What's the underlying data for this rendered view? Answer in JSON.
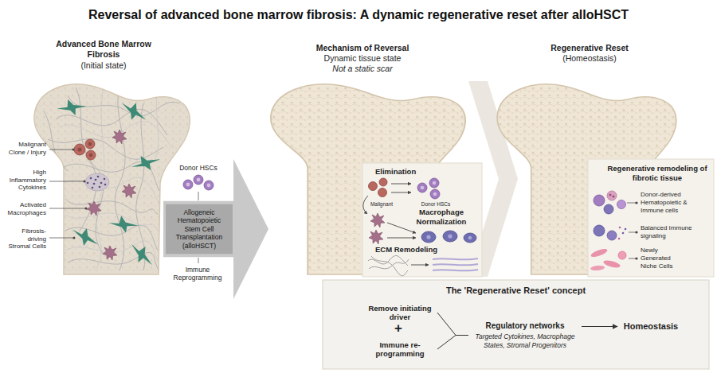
{
  "diagram": {
    "title": "Reversal of advanced bone marrow fibrosis: A dynamic regenerative reset after alloHSCT",
    "nodes": [
      {
        "text": [
          "Allogeneic Hematopoietic Stem Cell Transplantation (alloHSCT)"
        ]
      },
      {
        "text": [
          "Elimination",
          "Malignant",
          "Donor HSCs",
          "Macrophage Normalization",
          "ECM Remodeling"
        ]
      },
      {
        "text": [
          "Regenerative remodeling of fibrotic tissue",
          "Donor-derived Hematopoietic & Immune cells",
          "Balanced Immune signaling",
          "Newly Generated Niche Cells"
        ]
      },
      {
        "text": [
          "The 'Regenerative Reset' concept"
        ]
      },
      {
        "text": [
          "Remove initiating driver"
        ],
        "in": 3
      },
      {
        "text": [
          "Immune re-programming"
        ],
        "in": 3
      },
      {
        "text": [
          "Regulatory networks",
          "Targeted Cytokines, Macrophage States, Stromal Progenitors"
        ],
        "in": 3
      },
      {
        "text": [
          "Homeostasis"
        ],
        "in": 3
      }
    ],
    "edges": [
      {
        "from": 4,
        "to": 6,
        "arrow": "none"
      },
      {
        "from": 5,
        "to": 6,
        "arrow": "none"
      },
      {
        "from": 6,
        "to": 7,
        "arrow": "to"
      }
    ],
    "labels": [
      "Advanced Bone Marrow Fibrosis",
      "(Initial state)",
      "Malignant Clone / Injury",
      "High Inflammatory Cytokines",
      "Activated Macrophages",
      "Fibrosis-driving Stromal Cells",
      "Donor HSCs",
      "Immune Reprogramming",
      "Mechanism of Reversal",
      "Dynamic tissue state",
      "Not a static scar",
      "Regenerative Reset",
      "(Homeostasis)",
      "+"
    ]
  }
}
